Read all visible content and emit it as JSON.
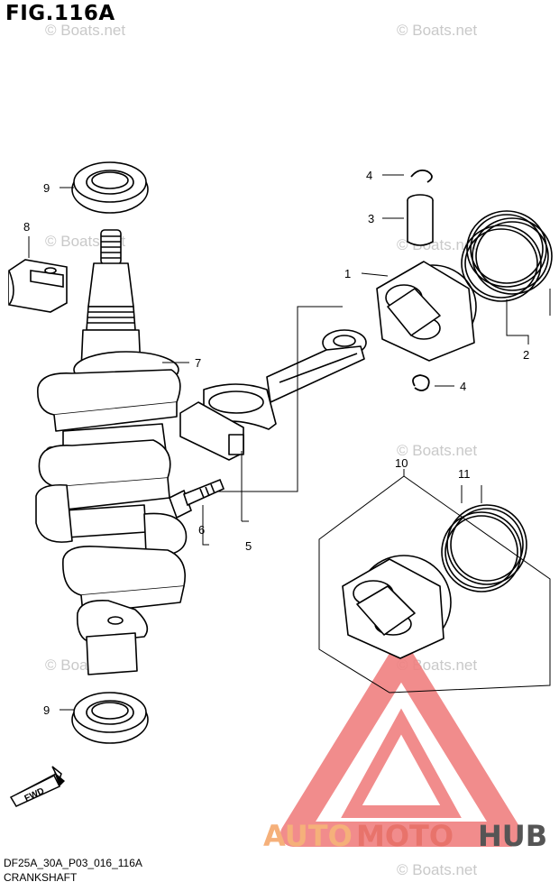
{
  "figure": {
    "title": "FIG.116A",
    "code": "DF25A_30A_P03_016_116A",
    "caption": "CRANKSHAFT"
  },
  "watermark": {
    "text": "© Boats.net"
  },
  "callouts": {
    "c1": "1",
    "c2": "2",
    "c3": "3",
    "c4a": "4",
    "c4b": "4",
    "c5": "5",
    "c6": "6",
    "c7": "7",
    "c8": "8",
    "c9a": "9",
    "c9b": "9",
    "c10": "10",
    "c11": "11"
  },
  "fwd": {
    "label": "FWD"
  },
  "logo": {
    "part1": "AUTO",
    "part2": "MOTO",
    "part3": "HUB"
  },
  "colors": {
    "logo_orange": "#f5b07a",
    "logo_red": "#e8736b",
    "logo_gray": "#555555",
    "triangle": "#f08080",
    "ink": "#000000"
  }
}
